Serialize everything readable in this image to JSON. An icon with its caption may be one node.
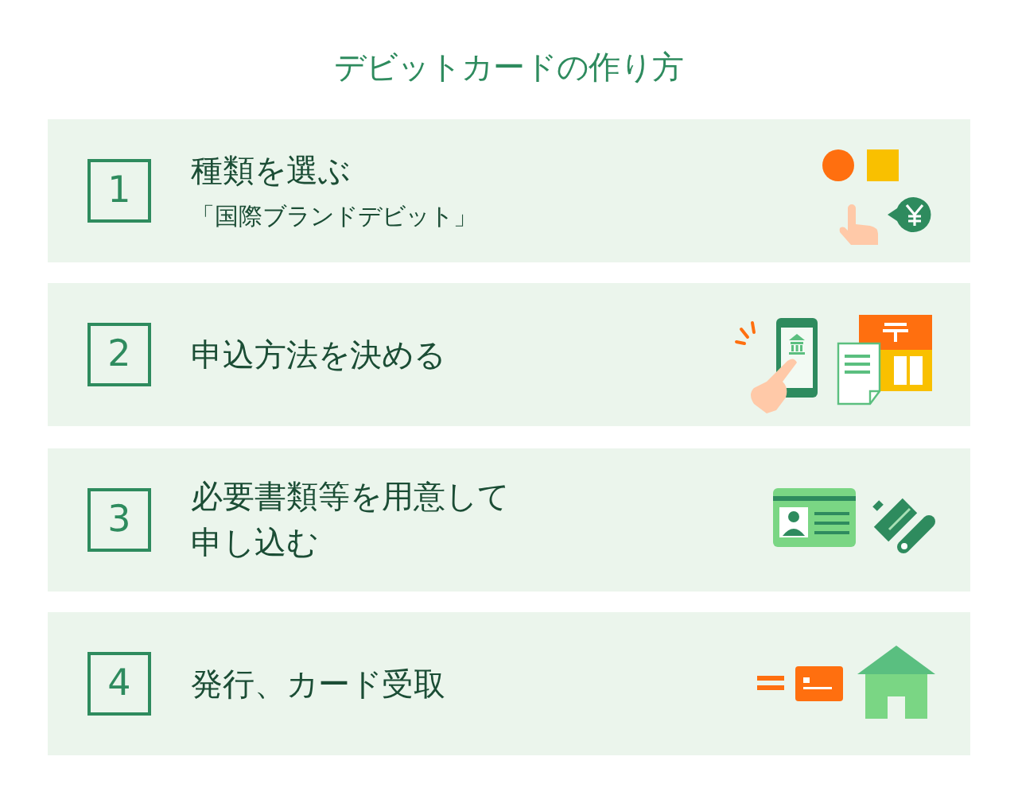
{
  "diagram": {
    "title": "デビットカードの作り方",
    "nodes": [
      {
        "text": [
          "種類を選ぶ",
          "「国際ブランドデビット」"
        ]
      },
      {
        "text": [
          "1"
        ],
        "in": 0
      },
      {
        "text": [
          "申込方法を決める"
        ]
      },
      {
        "text": [
          "2"
        ],
        "in": 2
      },
      {
        "text": [
          "必要書類等を用意して申し込む"
        ]
      },
      {
        "text": [
          "3"
        ],
        "in": 4
      },
      {
        "text": [
          "発行、カード受取"
        ]
      },
      {
        "text": [
          "4"
        ],
        "in": 6
      }
    ]
  }
}
